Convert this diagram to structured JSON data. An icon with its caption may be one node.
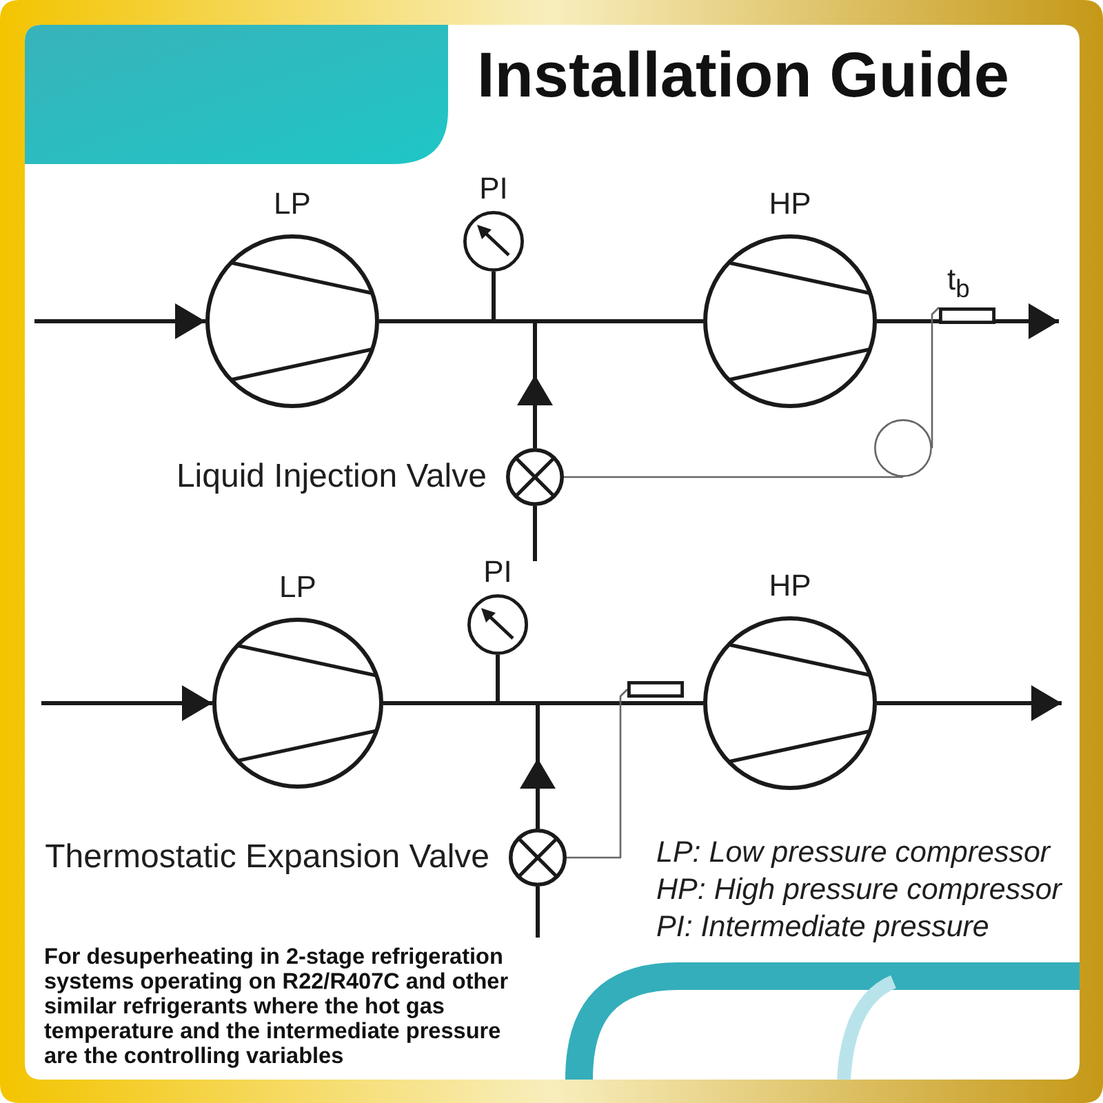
{
  "diagram": {
    "title": "Installation Guide",
    "caption": "For desuperheating in 2-stage refrigeration systems operating on R22/R407C and other similar refrigerants where the hot gas temperature and the intermediate pressure are the controlling variables",
    "nodes": [
      {
        "text": [
          "LP"
        ]
      },
      {
        "text": [
          "PI"
        ]
      },
      {
        "text": [
          "HP"
        ]
      },
      {
        "text": [
          "t$_{b}$"
        ]
      },
      {
        "text": [],
        "shape": "circle"
      },
      {
        "text": [
          "Liquid Injection Valve"
        ]
      },
      {
        "text": [
          "LP"
        ]
      },
      {
        "text": [
          "PI"
        ]
      },
      {
        "text": [
          "HP"
        ]
      },
      {
        "text": [],
        "shape": "bar"
      },
      {
        "text": [
          "Thermostatic Expansion Valve"
        ]
      }
    ],
    "edges": [
      {
        "from": null,
        "to": 0,
        "arrow": "to"
      },
      {
        "from": 0,
        "to": 2,
        "arrow": "none"
      },
      {
        "from": 1,
        "to": null,
        "arrow": "none"
      },
      {
        "from": 5,
        "to": 2,
        "arrow": "to"
      },
      {
        "from": null,
        "to": 5,
        "arrow": "none"
      },
      {
        "from": 2,
        "to": null,
        "arrow": "to"
      },
      {
        "from": 3,
        "to": 4,
        "arrow": "none",
        "color": "#666666"
      },
      {
        "from": 4,
        "to": 5,
        "arrow": "none",
        "color": "#666666"
      },
      {
        "from": null,
        "to": 6,
        "arrow": "to"
      },
      {
        "from": 6,
        "to": 8,
        "arrow": "none"
      },
      {
        "from": 7,
        "to": null,
        "arrow": "none"
      },
      {
        "from": 10,
        "to": 8,
        "arrow": "to"
      },
      {
        "from": null,
        "to": 10,
        "arrow": "none"
      },
      {
        "from": 8,
        "to": null,
        "arrow": "to"
      },
      {
        "from": 9,
        "to": 10,
        "arrow": "none",
        "color": "#666666"
      }
    ],
    "labels": [
      "LP: Low pressure compressor",
      "HP: High pressure compressor",
      "PI: Intermediate pressure"
    ]
  }
}
